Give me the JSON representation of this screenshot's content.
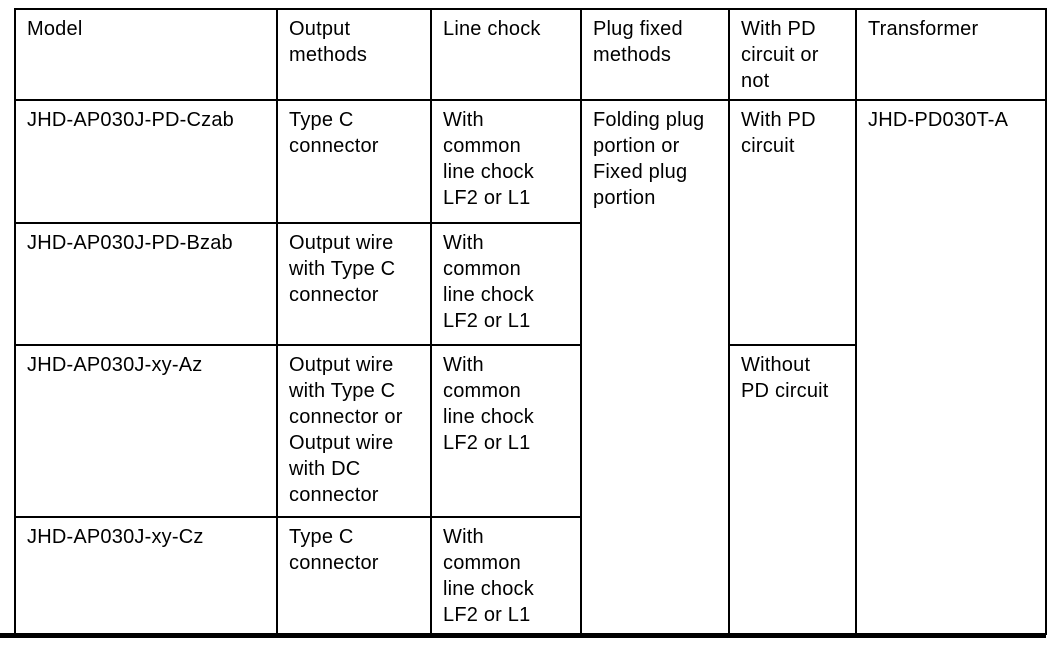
{
  "page": {
    "background_color": "#ffffff",
    "text_color": "#000000",
    "border_color": "#000000"
  },
  "table": {
    "columns": [
      "Model",
      "Output\nmethods",
      "Line chock",
      "Plug fixed\nmethods",
      "With PD\ncircuit or\nnot",
      "Transformer"
    ],
    "rows": [
      {
        "model": "JHD-AP030J-PD-Czab",
        "output_method": "Type C\nconnector",
        "line_chock": "With\ncommon\nline chock\nLF2 or L1"
      },
      {
        "model": "JHD-AP030J-PD-Bzab",
        "output_method": "Output wire\nwith Type C\nconnector",
        "line_chock": "With\ncommon\nline chock\nLF2 or L1"
      },
      {
        "model": "JHD-AP030J-xy-Az",
        "output_method": "Output wire\nwith Type C\nconnector or\nOutput wire\nwith DC\nconnector",
        "line_chock": "With\ncommon\nline chock\nLF2 or L1"
      },
      {
        "model": "JHD-AP030J-xy-Cz",
        "output_method": "Type C\nconnector",
        "line_chock": "With\ncommon\nline chock\nLF2 or L1"
      }
    ],
    "merged_cells": {
      "plug_fixed_methods": "Folding plug\nportion or\nFixed plug\nportion",
      "with_pd_circuit": "With PD\ncircuit",
      "without_pd_circuit": "Without\nPD circuit",
      "transformer": "JHD-PD030T-A"
    }
  }
}
